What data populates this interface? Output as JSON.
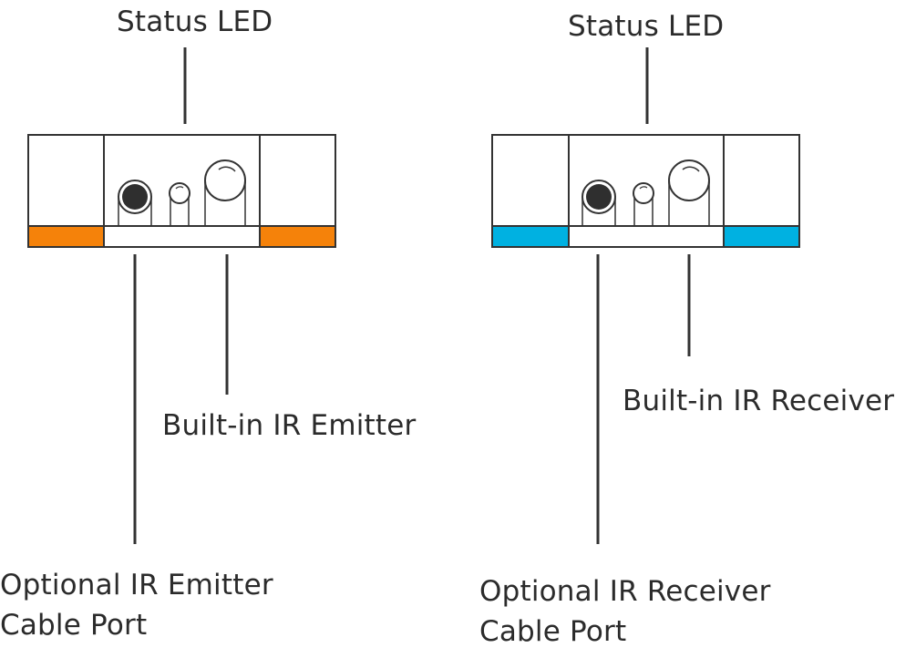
{
  "colors": {
    "emitter_accent": "#f5820a",
    "receiver_accent": "#00b1e1",
    "line": "#333333",
    "text": "#2b2b2b"
  },
  "emitter": {
    "status_led_label": "Status LED",
    "builtin_label": "Built-in IR Emitter",
    "port_label_line1": "Optional IR Emitter",
    "port_label_line2": "Cable Port"
  },
  "receiver": {
    "status_led_label": "Status LED",
    "builtin_label": "Built-in IR Receiver",
    "port_label_line1": "Optional IR Receiver",
    "port_label_line2": "Cable Port"
  }
}
